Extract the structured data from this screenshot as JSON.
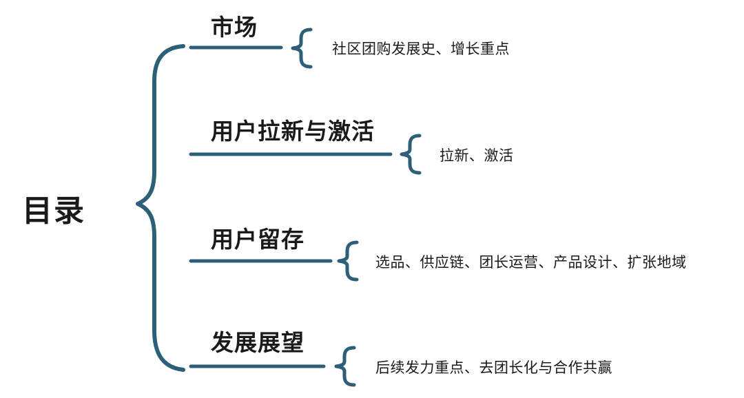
{
  "colors": {
    "accent": "#2d5f78",
    "text": "#1a1a1a",
    "background": "#ffffff"
  },
  "root": {
    "title": "目录"
  },
  "branches": [
    {
      "heading": "市场",
      "detail": "社区团购发展史、增长重点"
    },
    {
      "heading": "用户拉新与激活",
      "detail": "拉新、激活"
    },
    {
      "heading": "用户留存",
      "detail": "选品、供应链、团长运营、产品设计、扩张地域"
    },
    {
      "heading": "发展展望",
      "detail": "后续发力重点、去团长化与合作共赢"
    }
  ]
}
